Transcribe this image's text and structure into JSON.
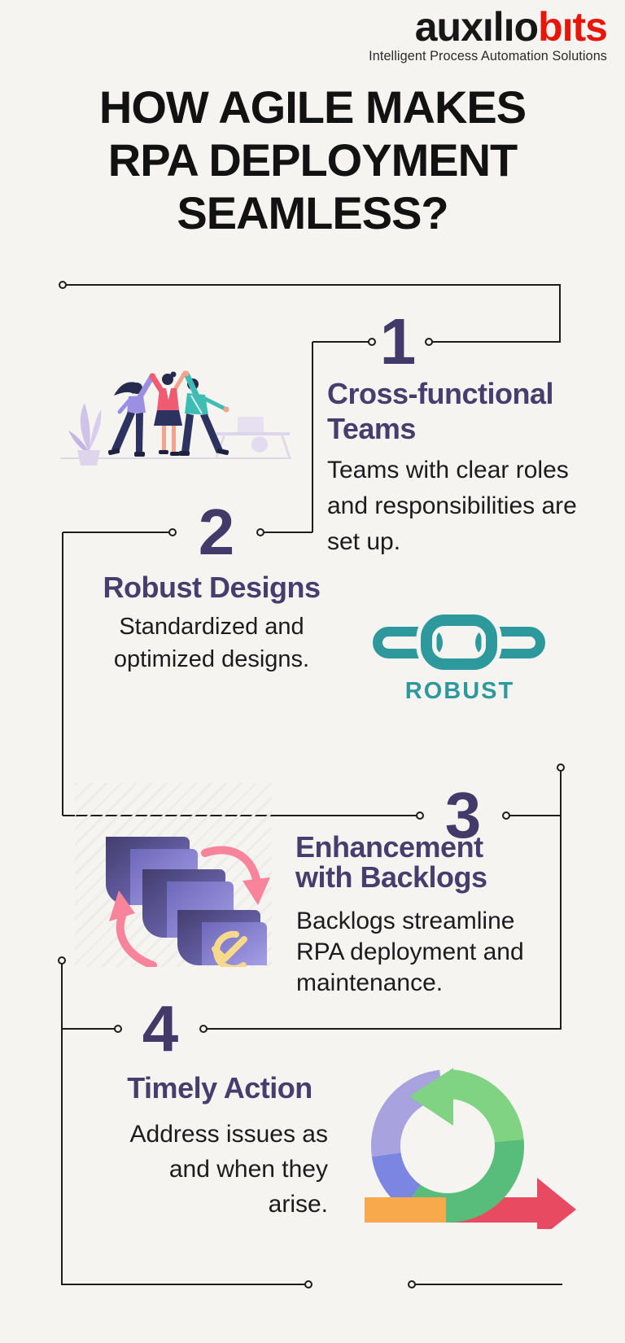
{
  "logo": {
    "brand_black": "auxılıo",
    "brand_red": "bıts",
    "tagline": "Intelligent Process Automation Solutions"
  },
  "title": {
    "line1": "HOW AGILE MAKES",
    "line2": "RPA DEPLOYMENT",
    "line3": "SEAMLESS?"
  },
  "steps": [
    {
      "number": "1",
      "heading_line1": "Cross-functional",
      "heading_line2": "Teams",
      "body_line1": "Teams with clear roles",
      "body_line2": "and responsibilities are",
      "body_line3": "set up.",
      "illustration": "team-highfive"
    },
    {
      "number": "2",
      "heading_line1": "Robust Designs",
      "body_line1": "Standardized and",
      "body_line2": "optimized designs.",
      "icon_caption": "ROBUST",
      "illustration": "chain-links"
    },
    {
      "number": "3",
      "heading_line1": "Enhancement",
      "heading_line2": "with Backlogs",
      "body_line1": "Backlogs streamline",
      "body_line2": "RPA deployment and",
      "body_line3": "maintenance.",
      "illustration": "folders-sync"
    },
    {
      "number": "4",
      "heading_line1": "Timely Action",
      "body_line1": "Address issues as",
      "body_line2": "and when they",
      "body_line3": "arise.",
      "illustration": "agile-cycle-arrow"
    }
  ],
  "colors": {
    "background": "#f5f4f1",
    "accent_purple": "#423a68",
    "teal": "#2e999c",
    "logo_red": "#e8150a",
    "connector": "#1d1d1d",
    "body_text": "#1c1c1e",
    "pink_arrow": "#f8849b",
    "folder_purple": "#6f69bd",
    "agile_green": "#7fd382",
    "agile_blue": "#7b85e2",
    "agile_orange": "#f8a94c",
    "agile_red": "#e84b61"
  }
}
